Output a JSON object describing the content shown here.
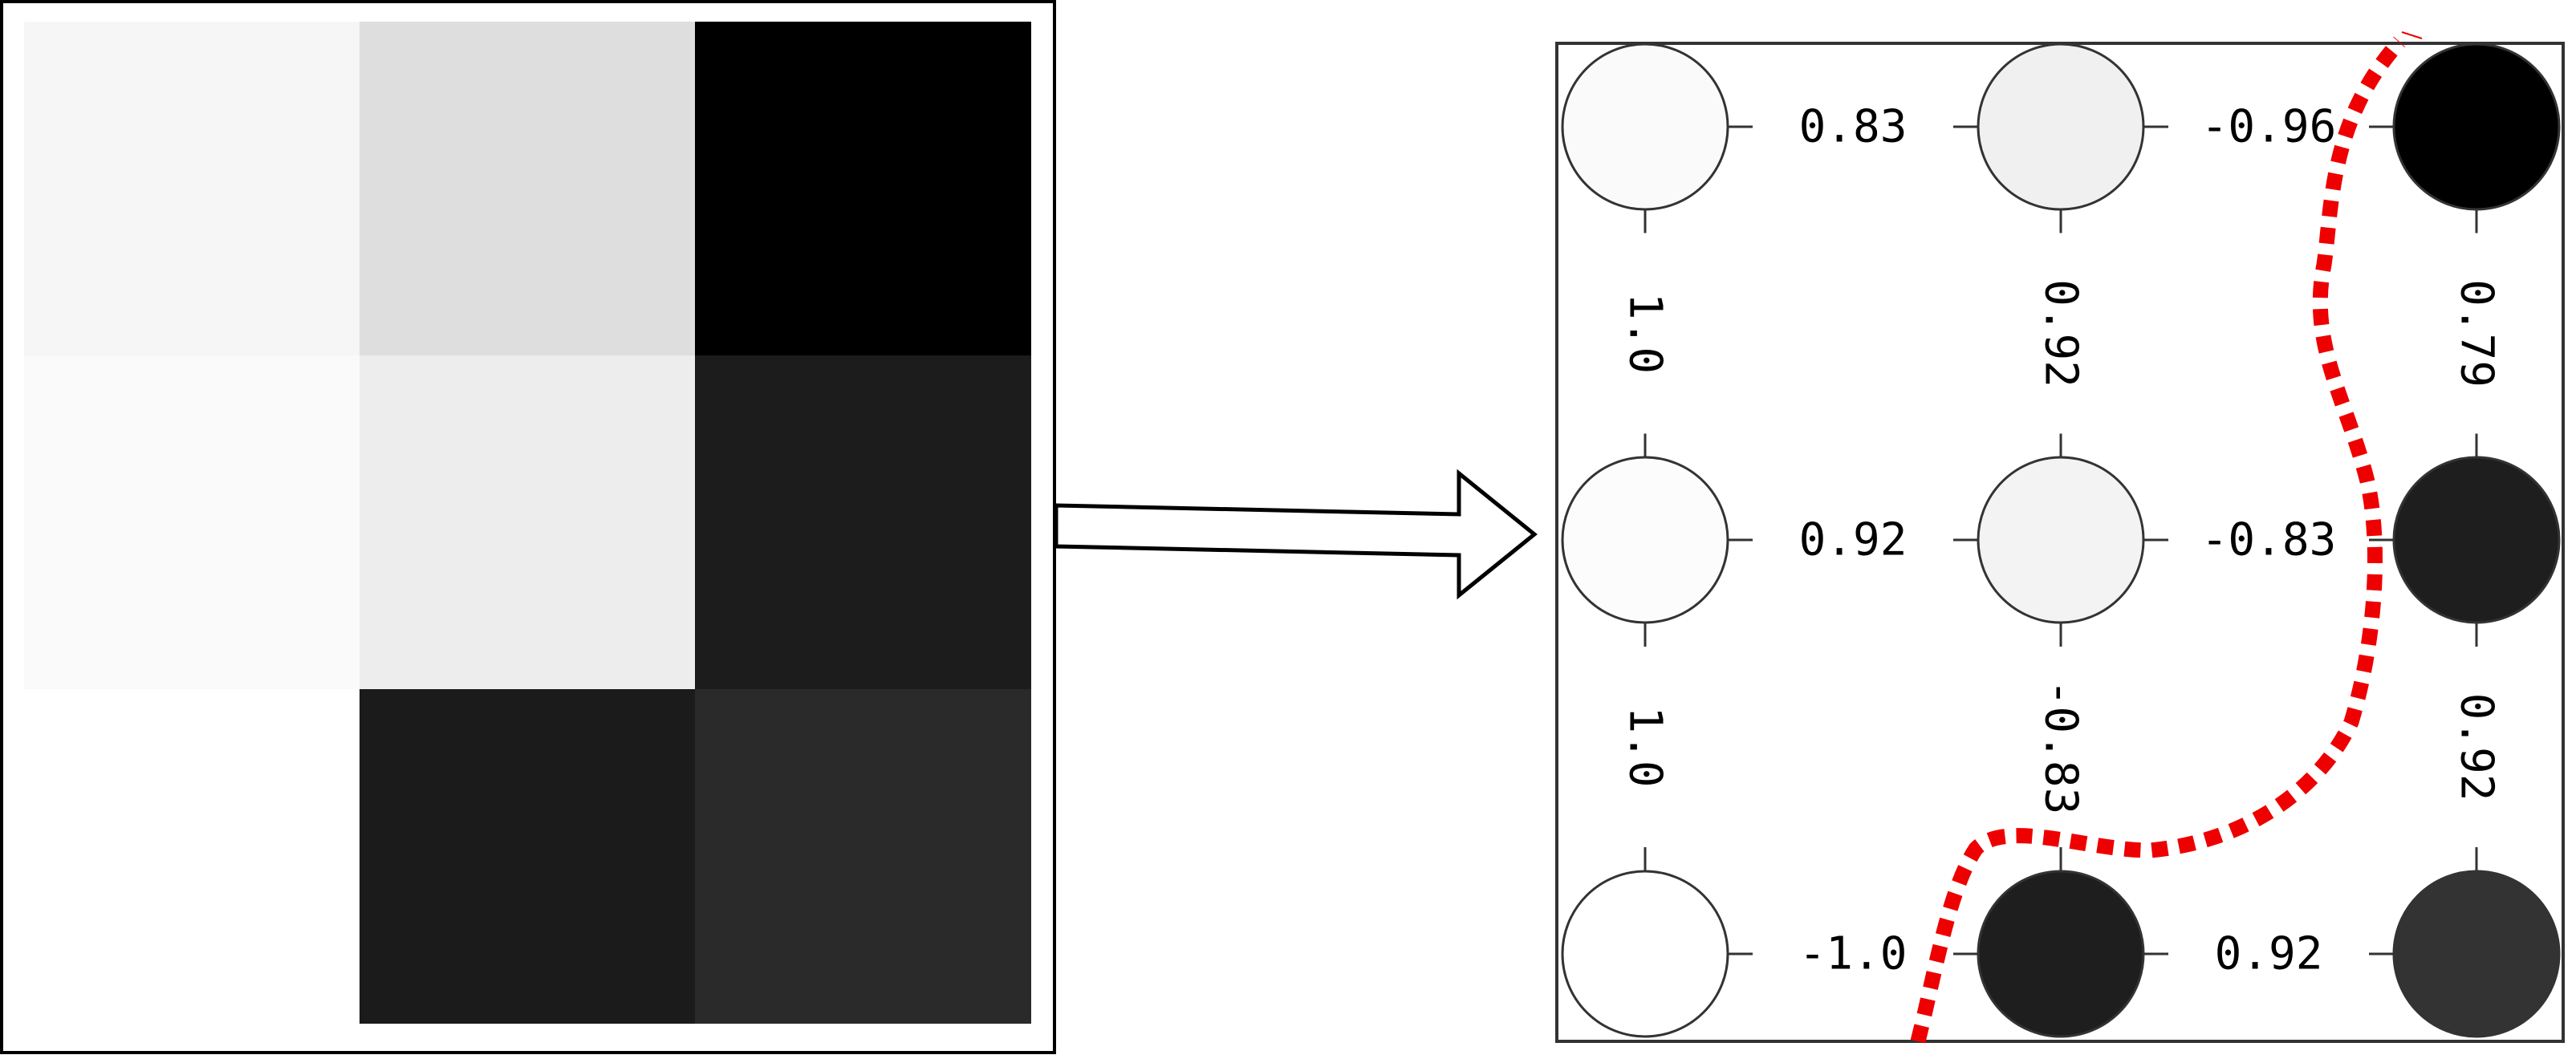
{
  "pixel_grid": {
    "rows": 3,
    "cols": 3,
    "cells": [
      [
        "#f6f6f6",
        "#dedede",
        "#000000"
      ],
      [
        "#fafafa",
        "#ededed",
        "#1c1c1c"
      ],
      [
        "#ffffff",
        "#1b1b1b",
        "#2a2a2a"
      ]
    ]
  },
  "graph": {
    "nodes": [
      [
        "#fafafa",
        "#f0f0f0",
        "#000000"
      ],
      [
        "#fcfcfc",
        "#f3f3f3",
        "#1e1e1e"
      ],
      [
        "#ffffff",
        "#1e1e1e",
        "#333333"
      ]
    ],
    "horizontal_edges": [
      [
        "0.83",
        "-0.96"
      ],
      [
        "0.92",
        "-0.83"
      ],
      [
        "-1.0",
        "0.92"
      ]
    ],
    "vertical_edges": [
      [
        "1.0",
        "0.92",
        "0.79"
      ],
      [
        "1.0",
        "-0.83",
        "0.92"
      ]
    ]
  },
  "colors": {
    "cut_line": "#ee0000",
    "outline": "#000000",
    "edge_stroke": "#333333"
  }
}
